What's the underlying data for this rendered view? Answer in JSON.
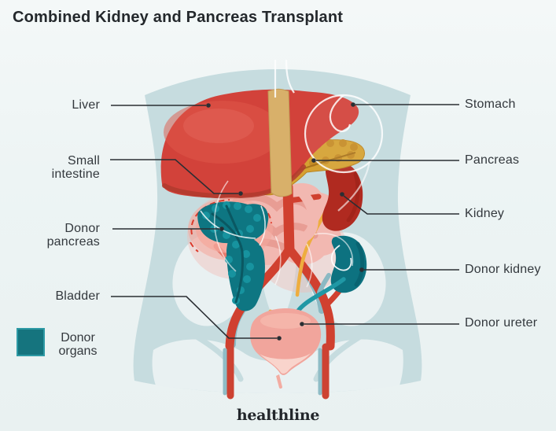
{
  "title": "Combined Kidney and Pancreas Transplant",
  "brand": "healthline",
  "diagram_type": "anatomical-diagram",
  "labels": {
    "liver": "Liver",
    "small_intestine": "Small intestine",
    "donor_pancreas": "Donor pancreas",
    "bladder": "Bladder",
    "stomach": "Stomach",
    "pancreas": "Pancreas",
    "kidney": "Kidney",
    "donor_kidney": "Donor kidney",
    "donor_ureter": "Donor ureter"
  },
  "legend": {
    "label": "Donor organs",
    "swatch_color": "#15747e"
  },
  "colors": {
    "background": "#eef4f4",
    "torso": "#c6dcdf",
    "bone": "#e9f1f2",
    "liver_red": "#d2423a",
    "native_pancreas_gold": "#d5a132",
    "native_kidney_red": "#b02a20",
    "small_intestine_pink": "#f2b8b1",
    "donor_organ_teal": "#0e7682",
    "donor_ureter_teal": "#1f98a5",
    "native_ureter_yellow": "#eead3e",
    "artery_red": "#d0402f",
    "vein_blue": "#8bb9c3",
    "bladder_pink": "#f1a59c",
    "stitch_red": "#dd3b2c",
    "label_text": "#33383d",
    "leader_line": "#2a2e33"
  }
}
